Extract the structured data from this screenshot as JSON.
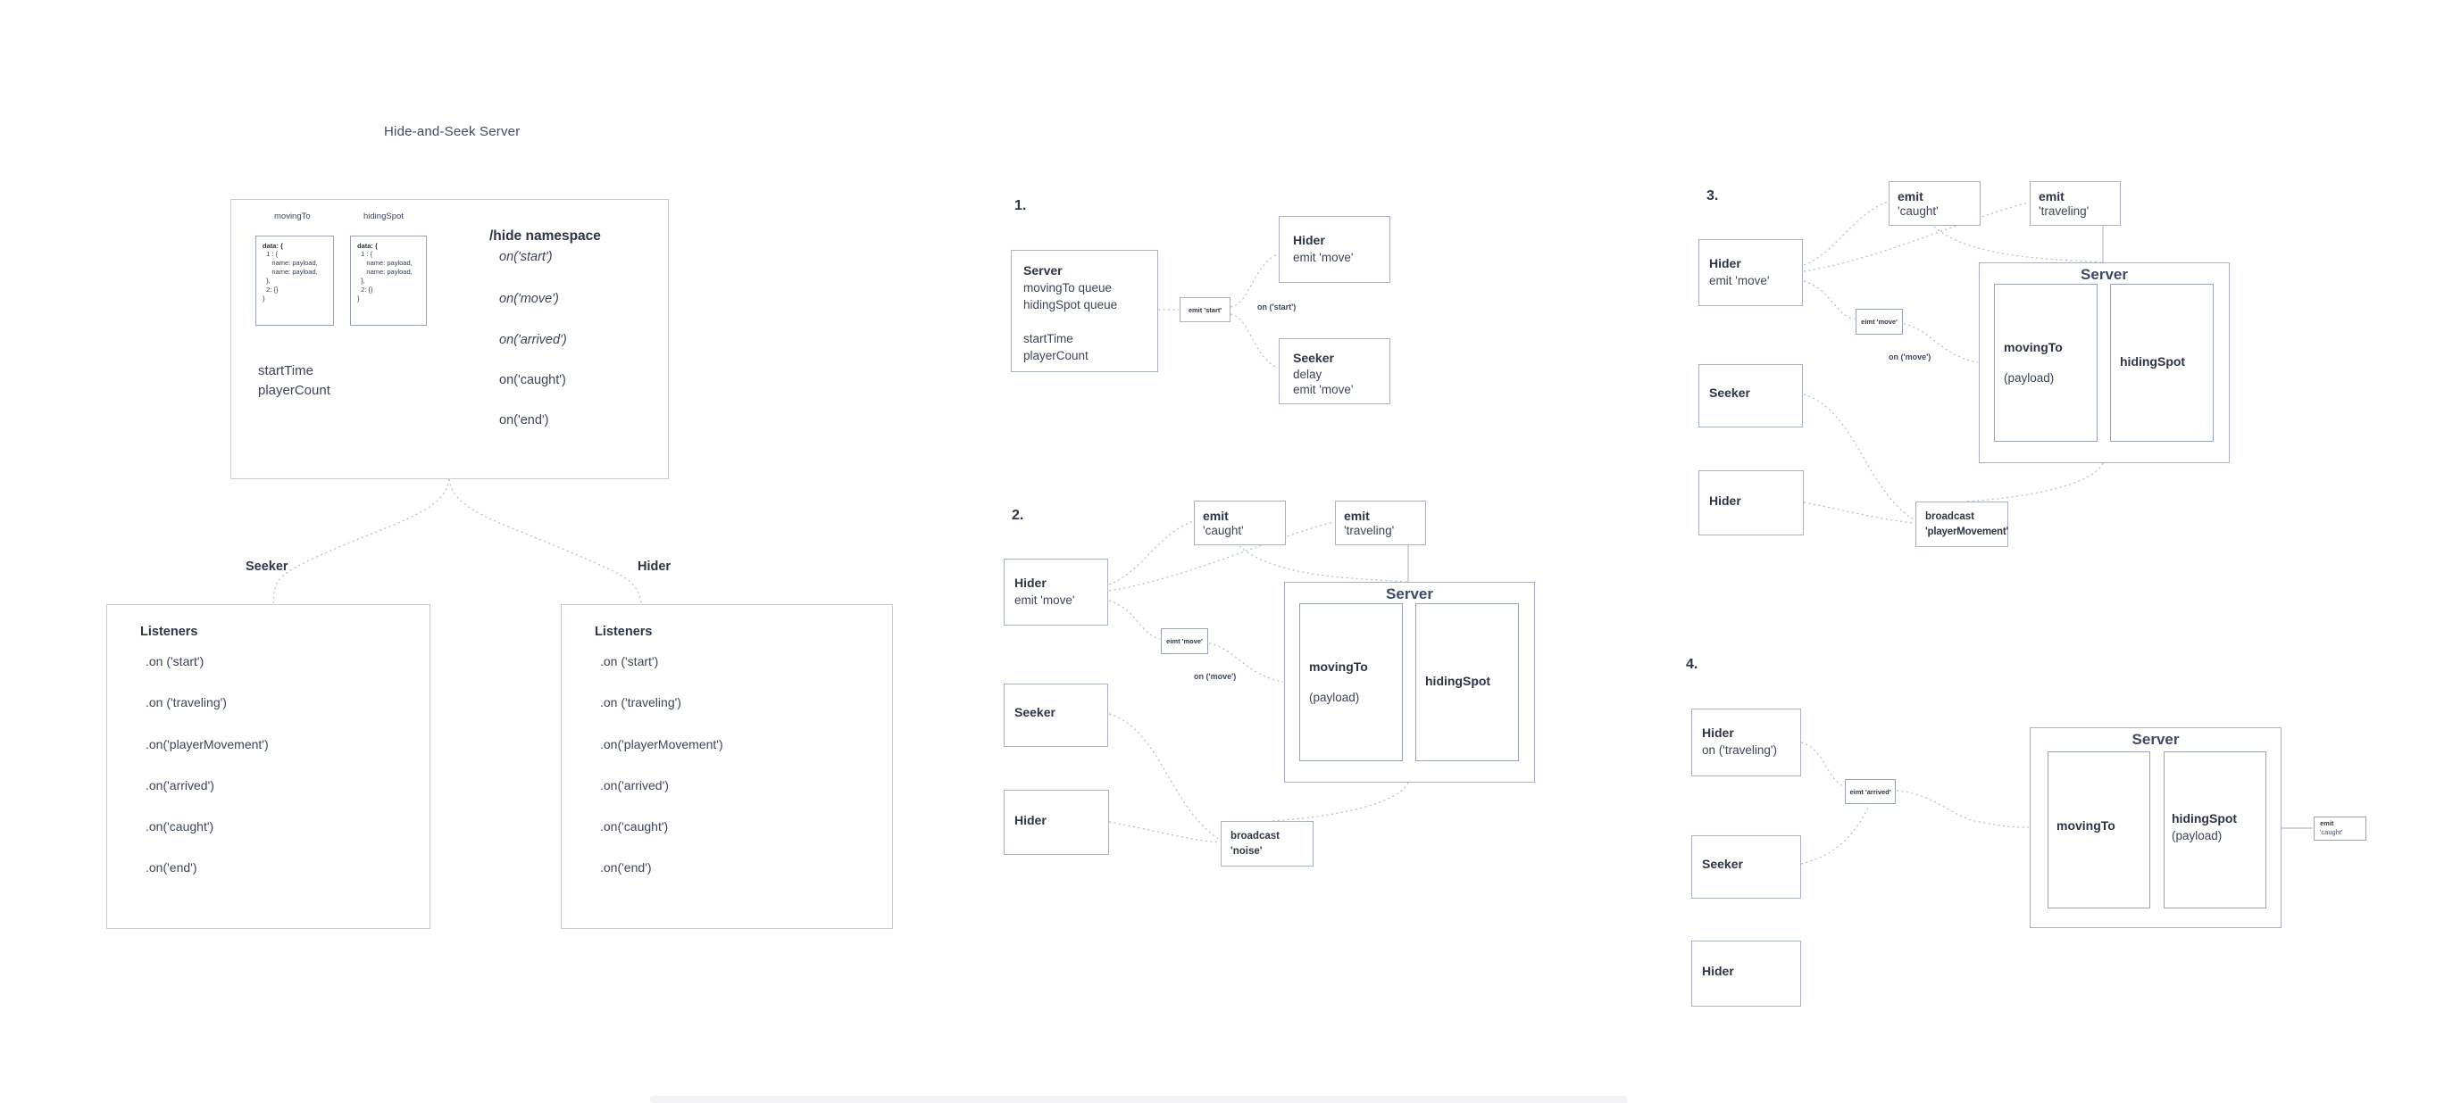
{
  "left": {
    "title": "Hide-and-Seek Server",
    "queue_labels": [
      "movingTo",
      "hidingSpot"
    ],
    "code_head": "data: {",
    "code_body": "  1 : {\n     name: payload,\n     name: payload,\n  },\n  2: {}\n}",
    "namespace_heading": "/hide namespace",
    "namespace_items": [
      "on('start')",
      "on('move')",
      "on('arrived')",
      "on('caught')",
      "on('end')"
    ],
    "fields": [
      "startTime",
      "playerCount"
    ],
    "seeker_label": "Seeker",
    "hider_label": "Hider",
    "listeners_heading": "Listeners",
    "listener_items": [
      ".on ('start')",
      ".on ('traveling')",
      ".on('playerMovement')",
      ".on('arrived')",
      ".on('caught')",
      ".on('end')"
    ]
  },
  "s1": {
    "number": "1.",
    "server": {
      "title": "Server",
      "lines": [
        "movingTo queue",
        "hidingSpot queue",
        "startTime",
        "playerCount"
      ]
    },
    "emit_box": "emit 'start'",
    "on_label": "on ('start')",
    "hider": {
      "title": "Hider",
      "line": "emit 'move'"
    },
    "seeker": {
      "title": "Seeker",
      "lines": [
        "delay",
        "emit 'move'"
      ]
    }
  },
  "s2": {
    "number": "2.",
    "emit_caught": {
      "head": "emit",
      "val": "'caught'"
    },
    "emit_traveling": {
      "head": "emit",
      "val": "'traveling'"
    },
    "hider": {
      "title": "Hider",
      "line": "emit 'move'"
    },
    "small_emit": "eimt 'move'",
    "on_label": "on ('move')",
    "server": {
      "title": "Server",
      "col1": "movingTo",
      "col1_sub": "(payload)",
      "col2": "hidingSpot"
    },
    "seeker": "Seeker",
    "hider2": "Hider",
    "broadcast": {
      "head": "broadcast",
      "val": "'noise'"
    }
  },
  "s3": {
    "number": "3.",
    "emit_caught": {
      "head": "emit",
      "val": "'caught'"
    },
    "emit_traveling": {
      "head": "emit",
      "val": "'traveling'"
    },
    "hider": {
      "title": "Hider",
      "line": "emit 'move'"
    },
    "small_emit": "eimt 'move'",
    "on_label": "on ('move')",
    "server": {
      "title": "Server",
      "col1": "movingTo",
      "col1_sub": "(payload)",
      "col2": "hidingSpot"
    },
    "seeker": "Seeker",
    "hider2": "Hider",
    "broadcast": {
      "head": "broadcast",
      "val": "'playerMovement'"
    }
  },
  "s4": {
    "number": "4.",
    "hider": {
      "title": "Hider",
      "line": "on ('traveling')"
    },
    "small_emit": "eimt 'arrived'",
    "seeker": "Seeker",
    "hider2": "Hider",
    "server": {
      "title": "Server",
      "col1": "movingTo",
      "col2": "hidingSpot",
      "col2_sub": "(payload)"
    },
    "emit_small": {
      "head": "emit",
      "val": "'caught'"
    }
  }
}
